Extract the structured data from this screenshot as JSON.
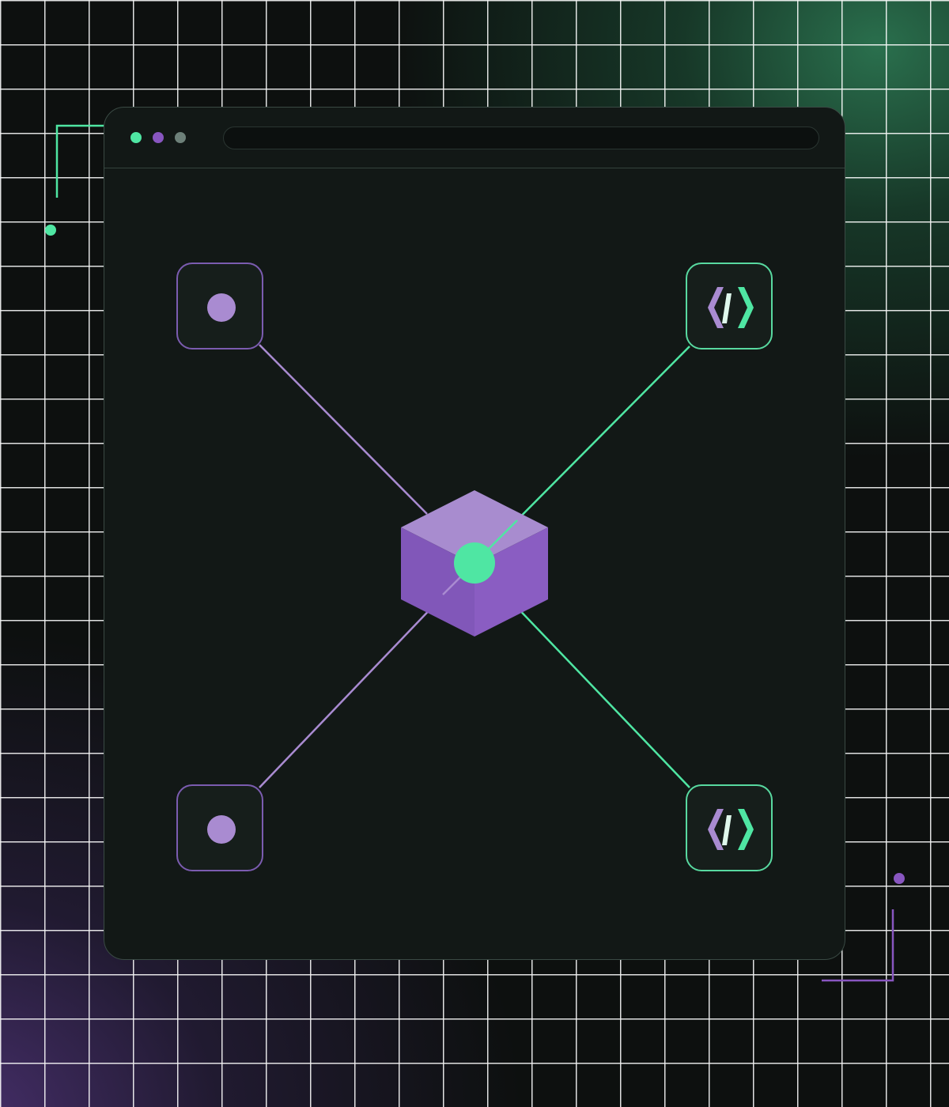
{
  "colors": {
    "accent_green": "#4fe6a3",
    "accent_purple": "#8856c0",
    "light_purple": "#a98bd1",
    "window_bg": "#121816",
    "background_green_glow": "#2f8058",
    "background_purple_glow": "#50347a"
  },
  "window": {
    "traffic_lights": [
      "green-dot",
      "purple-dot",
      "grey-dot"
    ],
    "address_bar_text": ""
  },
  "diagram": {
    "center": {
      "icon": "cube-icon",
      "hub": "green-hub-dot"
    },
    "nodes": [
      {
        "id": "top-left",
        "icon": "dot-icon",
        "accent": "purple"
      },
      {
        "id": "top-right",
        "icon": "code-icon",
        "accent": "green"
      },
      {
        "id": "bottom-left",
        "icon": "dot-icon",
        "accent": "purple"
      },
      {
        "id": "bottom-right",
        "icon": "code-icon",
        "accent": "green"
      }
    ]
  }
}
